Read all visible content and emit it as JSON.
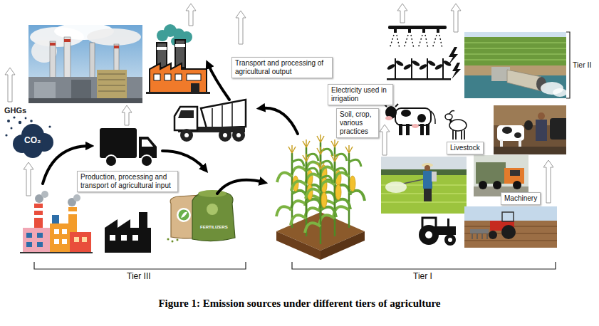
{
  "diagram": {
    "caption": "Figure 1: Emission sources under different tiers of agriculture",
    "nodes": [
      {
        "text": [
          "Transport and processing of agricultural output"
        ]
      },
      {
        "text": [
          "Electricity used in irrigation"
        ]
      },
      {
        "text": [
          "Soil, crop, various practices"
        ]
      },
      {
        "text": [
          "Livestock"
        ]
      },
      {
        "text": [
          "Production, processing and transport of agricultural input"
        ]
      },
      {
        "text": [
          "Machinery"
        ]
      }
    ],
    "labels": [
      "GHGs",
      "CO₂",
      "FERTILIZERS",
      "Tier III",
      "Tier I",
      "Tier II"
    ]
  }
}
